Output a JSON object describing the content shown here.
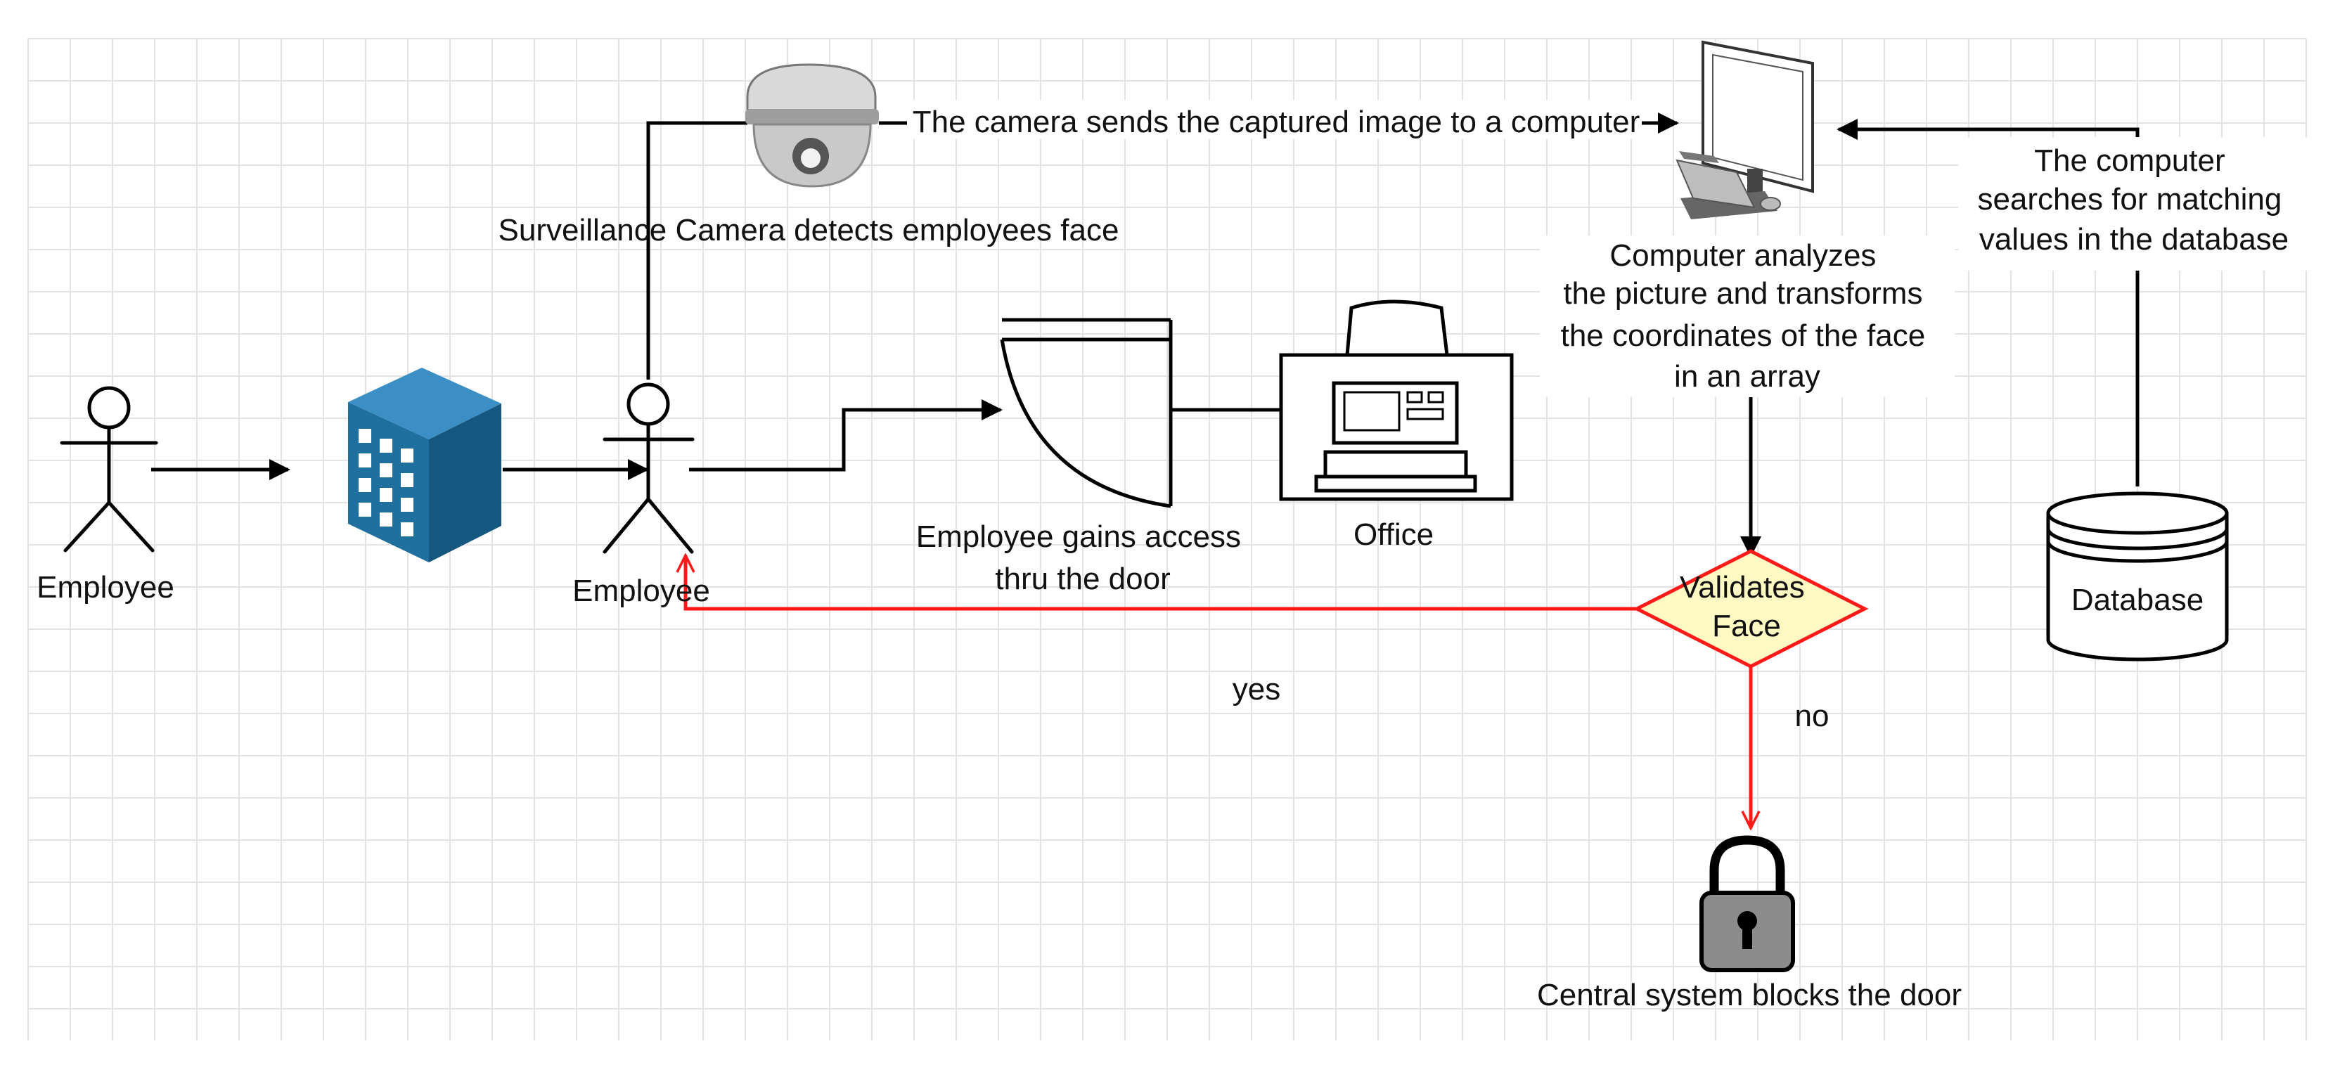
{
  "colors": {
    "line": "#000000",
    "reject": "#ff1a1a",
    "grid": "#e3e3e3",
    "building": "#1f6f9f",
    "decision_fill": "#fff9c4",
    "decision_border": "#ff1a1a",
    "lock": "#8c8c8c"
  },
  "icons": {
    "employee_left": "stick-figure-icon",
    "building": "office-building-icon",
    "employee_right": "stick-figure-icon",
    "camera": "dome-camera-icon",
    "door": "door-icon",
    "office": "office-desk-icon",
    "computer": "desktop-computer-icon",
    "database": "database-cylinder-icon",
    "lock": "padlock-icon"
  },
  "labels": {
    "employee_left": "Employee",
    "employee_right": "Employee",
    "camera": "Surveillance Camera detects employees face",
    "camera_to_computer": "The camera sends the captured image to a computer",
    "computer": [
      "Computer analyzes",
      "the picture and transforms",
      "the coordinates of the face",
      "in an array"
    ],
    "database_search": [
      "The computer",
      "searches for matching",
      "values in the database"
    ],
    "database": "Database",
    "door": [
      "Employee gains access",
      "thru the door"
    ],
    "office": "Office",
    "decision": [
      "Validates",
      "Face"
    ],
    "yes": "yes",
    "no": "no",
    "lock": "Central system blocks the door"
  }
}
